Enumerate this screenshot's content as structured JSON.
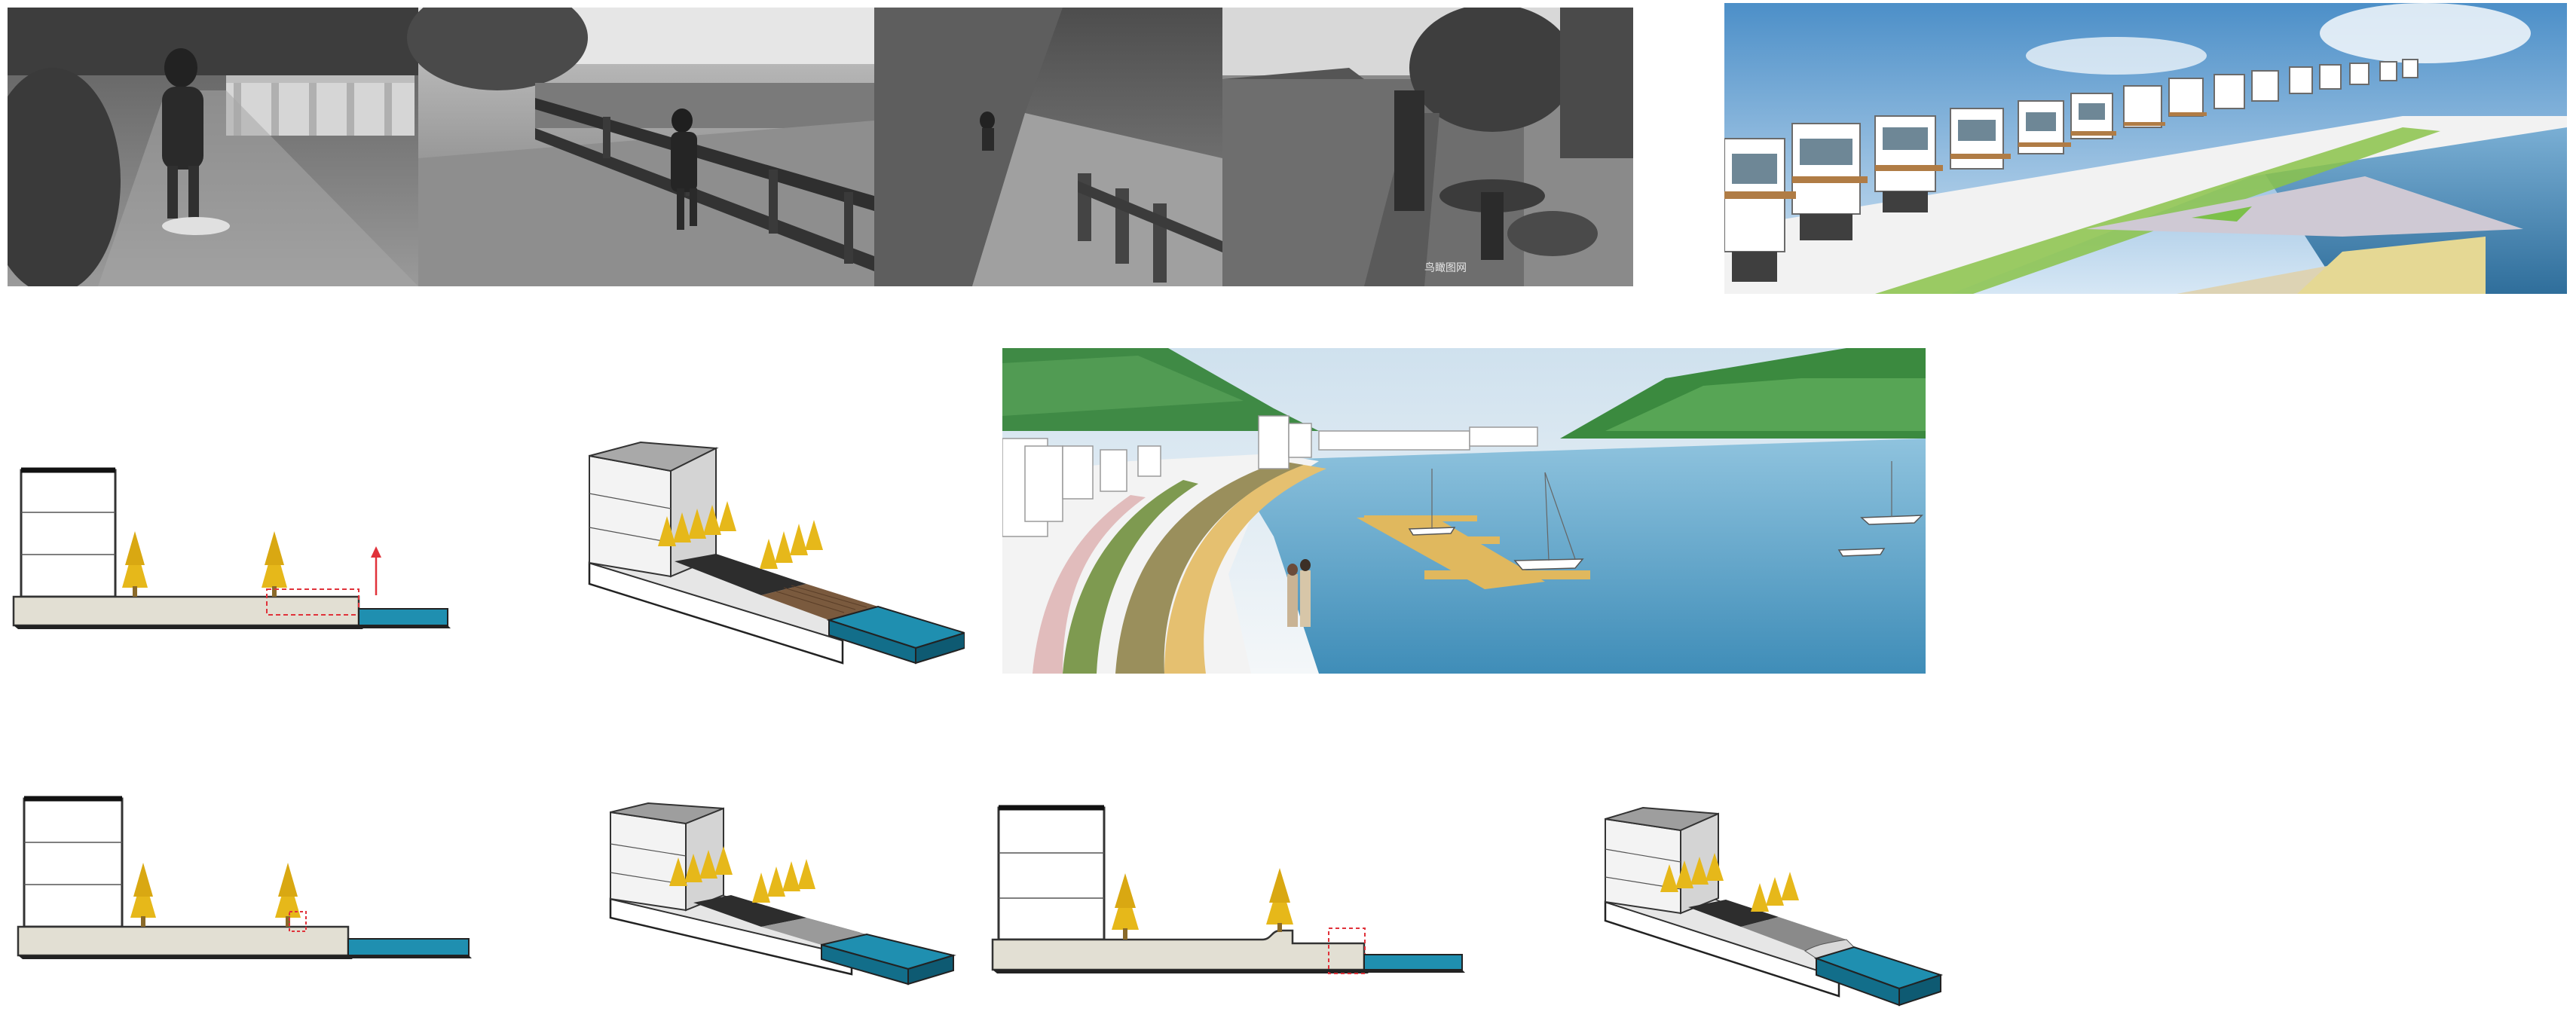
{
  "figure": {
    "photo_strip": {
      "panels": [
        "flooded-walkway-woman",
        "flooded-railing-man",
        "embankment-slope",
        "riverside-cafe"
      ],
      "watermark": "鸟瞰图网"
    },
    "renders": [
      "villa-waterfront-render",
      "marina-promenade-render"
    ],
    "sections": [
      {
        "type": "elevation",
        "variant": "raised-deck"
      },
      {
        "type": "axonometric",
        "variant": "raised-deck"
      },
      {
        "type": "elevation",
        "variant": "low-edge"
      },
      {
        "type": "axonometric",
        "variant": "low-edge"
      },
      {
        "type": "elevation",
        "variant": "curb-edge"
      },
      {
        "type": "axonometric",
        "variant": "curb-edge"
      }
    ],
    "colors": {
      "water": "#1f8fb0",
      "ground": "#e2dfd3",
      "tree": "#e6b81a",
      "highlight": "#e0323a"
    }
  }
}
